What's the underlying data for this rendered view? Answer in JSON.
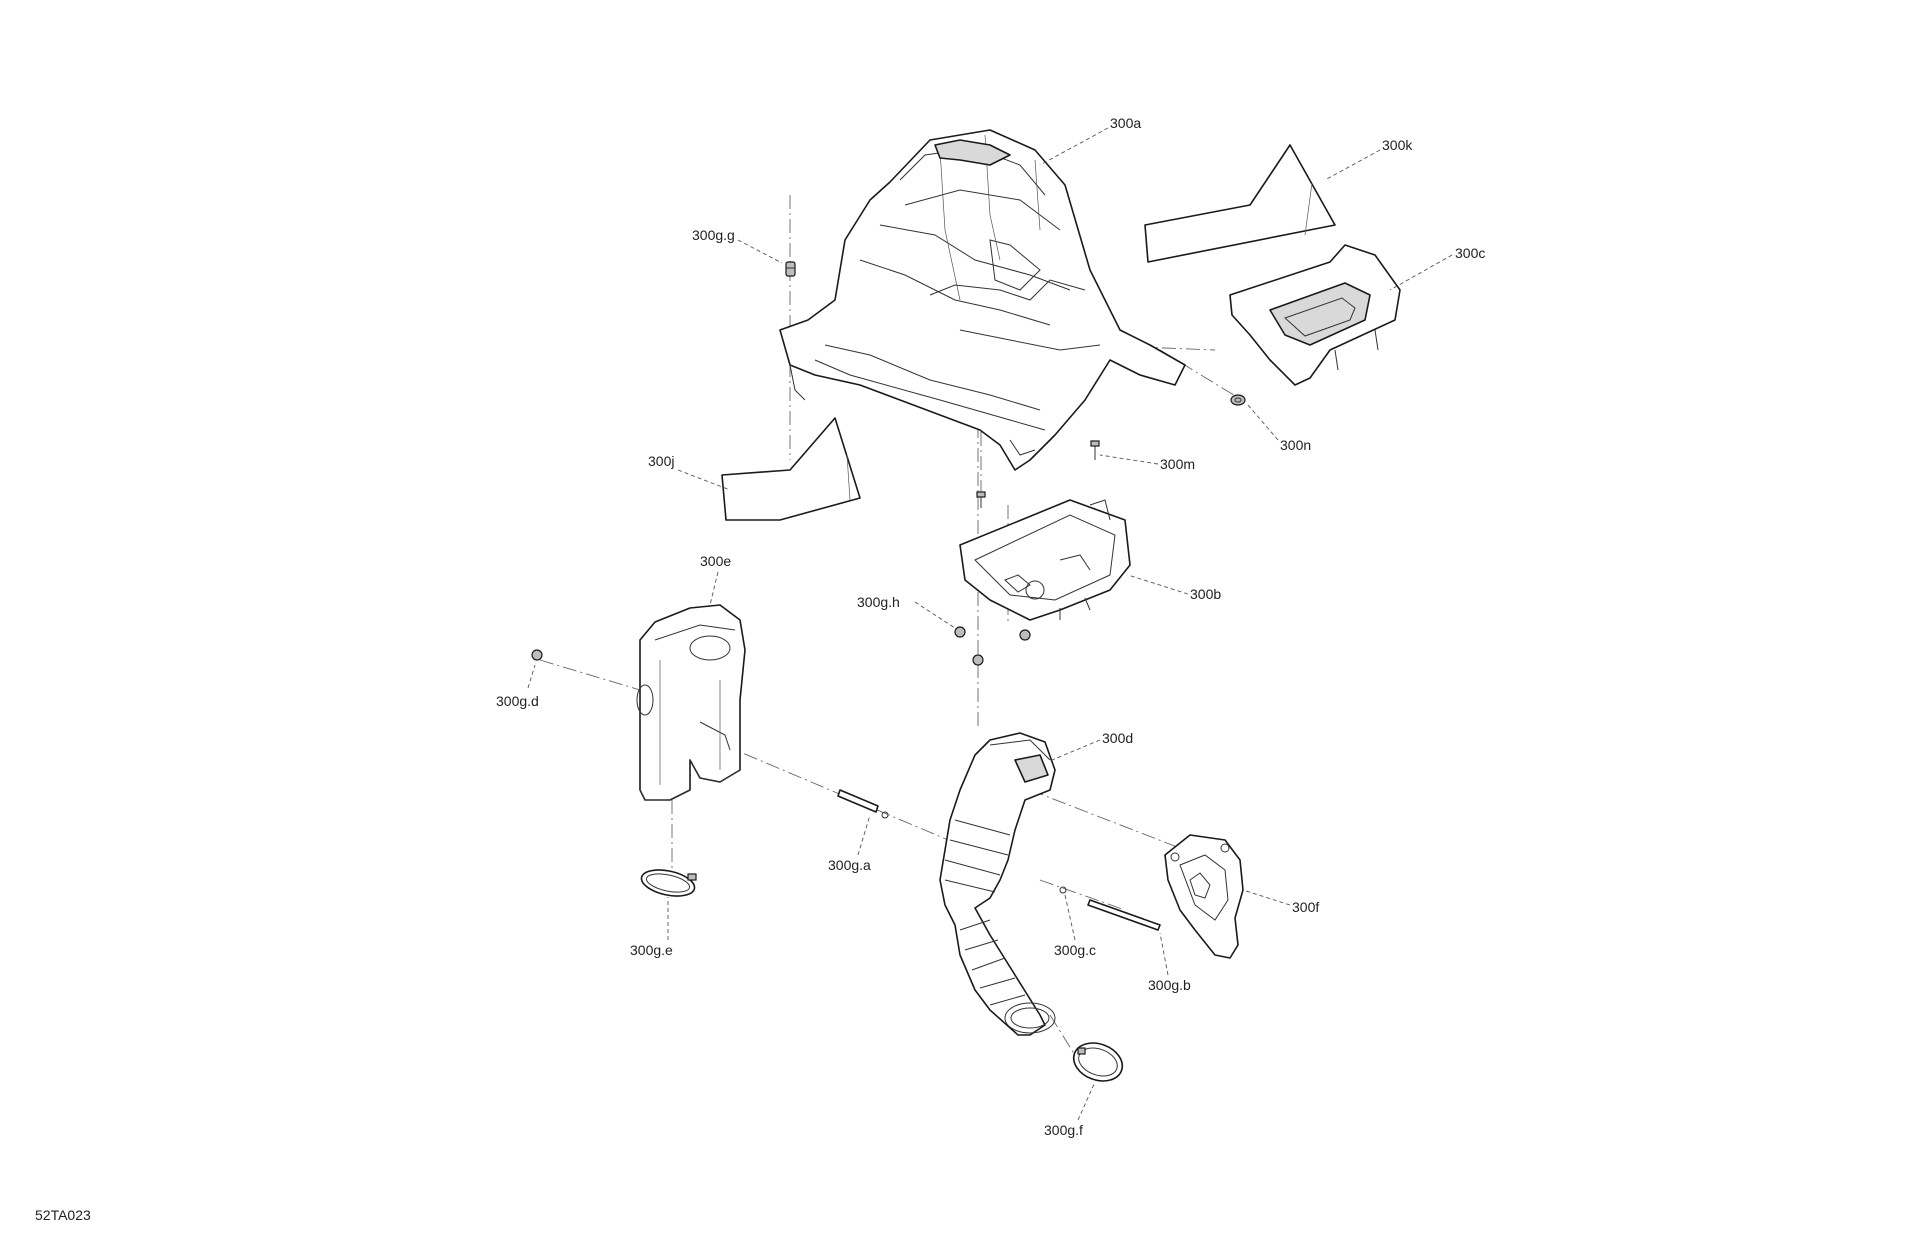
{
  "callouts": {
    "a300a": "300a",
    "a300k": "300k",
    "a300c": "300c",
    "a300gg": "300g.g",
    "a300n": "300n",
    "a300m": "300m",
    "a300j": "300j",
    "a300b": "300b",
    "a300e": "300e",
    "a300gh": "300g.h",
    "a300gd": "300g.d",
    "a300d": "300d",
    "a300ga": "300g.a",
    "a300f": "300f",
    "a300gc": "300g.c",
    "a300ge": "300g.e",
    "a300gb": "300g.b",
    "a300gf": "300g.f"
  },
  "figure_id": "52TA023"
}
